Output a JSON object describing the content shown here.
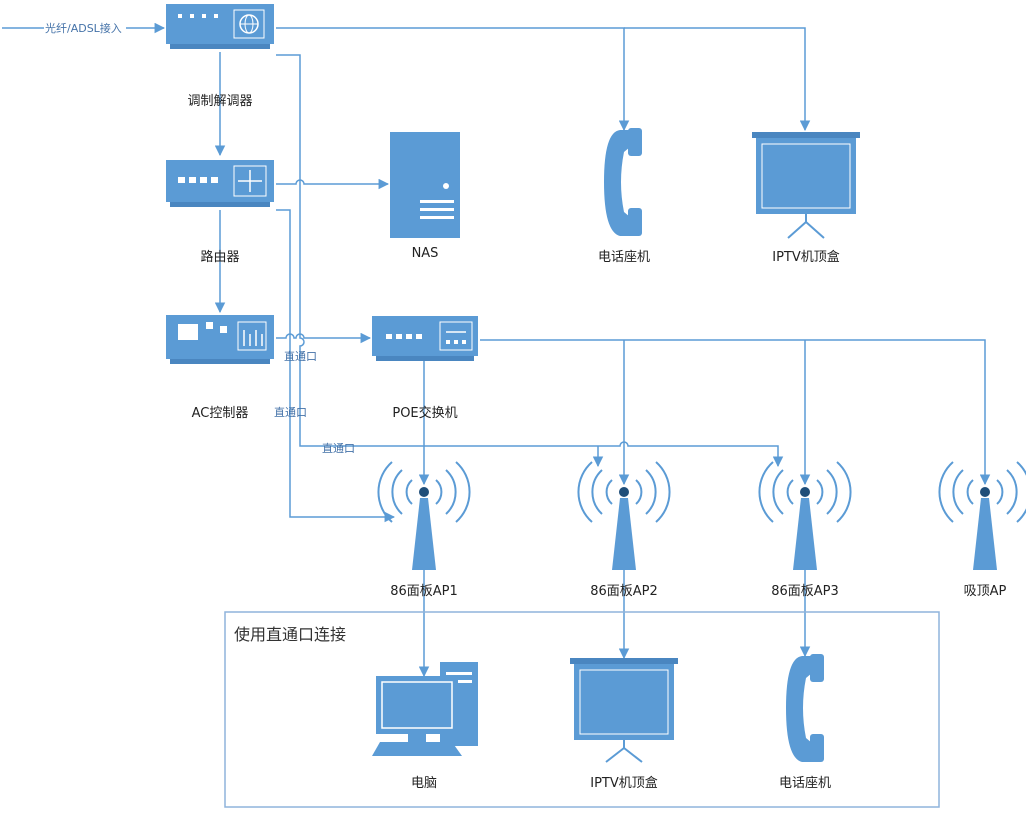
{
  "input_label": "光纤/ADSL接入",
  "devices": {
    "modem": "调制解调器",
    "router": "路由器",
    "ac": "AC控制器",
    "nas": "NAS",
    "phone_top": "电话座机",
    "iptv_top": "IPTV机顶盒",
    "poe": "POE交换机",
    "ap1": "86面板AP1",
    "ap2": "86面板AP2",
    "ap3": "86面板AP3",
    "ceiling_ap": "吸顶AP",
    "pc": "电脑",
    "iptv_bottom": "IPTV机顶盒",
    "phone_bottom": "电话座机"
  },
  "passthrough_labels": [
    "直通口",
    "直通口",
    "直通口"
  ],
  "group_title": "使用直通口连接",
  "colors": {
    "line": "#5b9bd5",
    "device": "#5b9bd5",
    "device_dark": "#4a86c0",
    "light": "#ffffff"
  }
}
